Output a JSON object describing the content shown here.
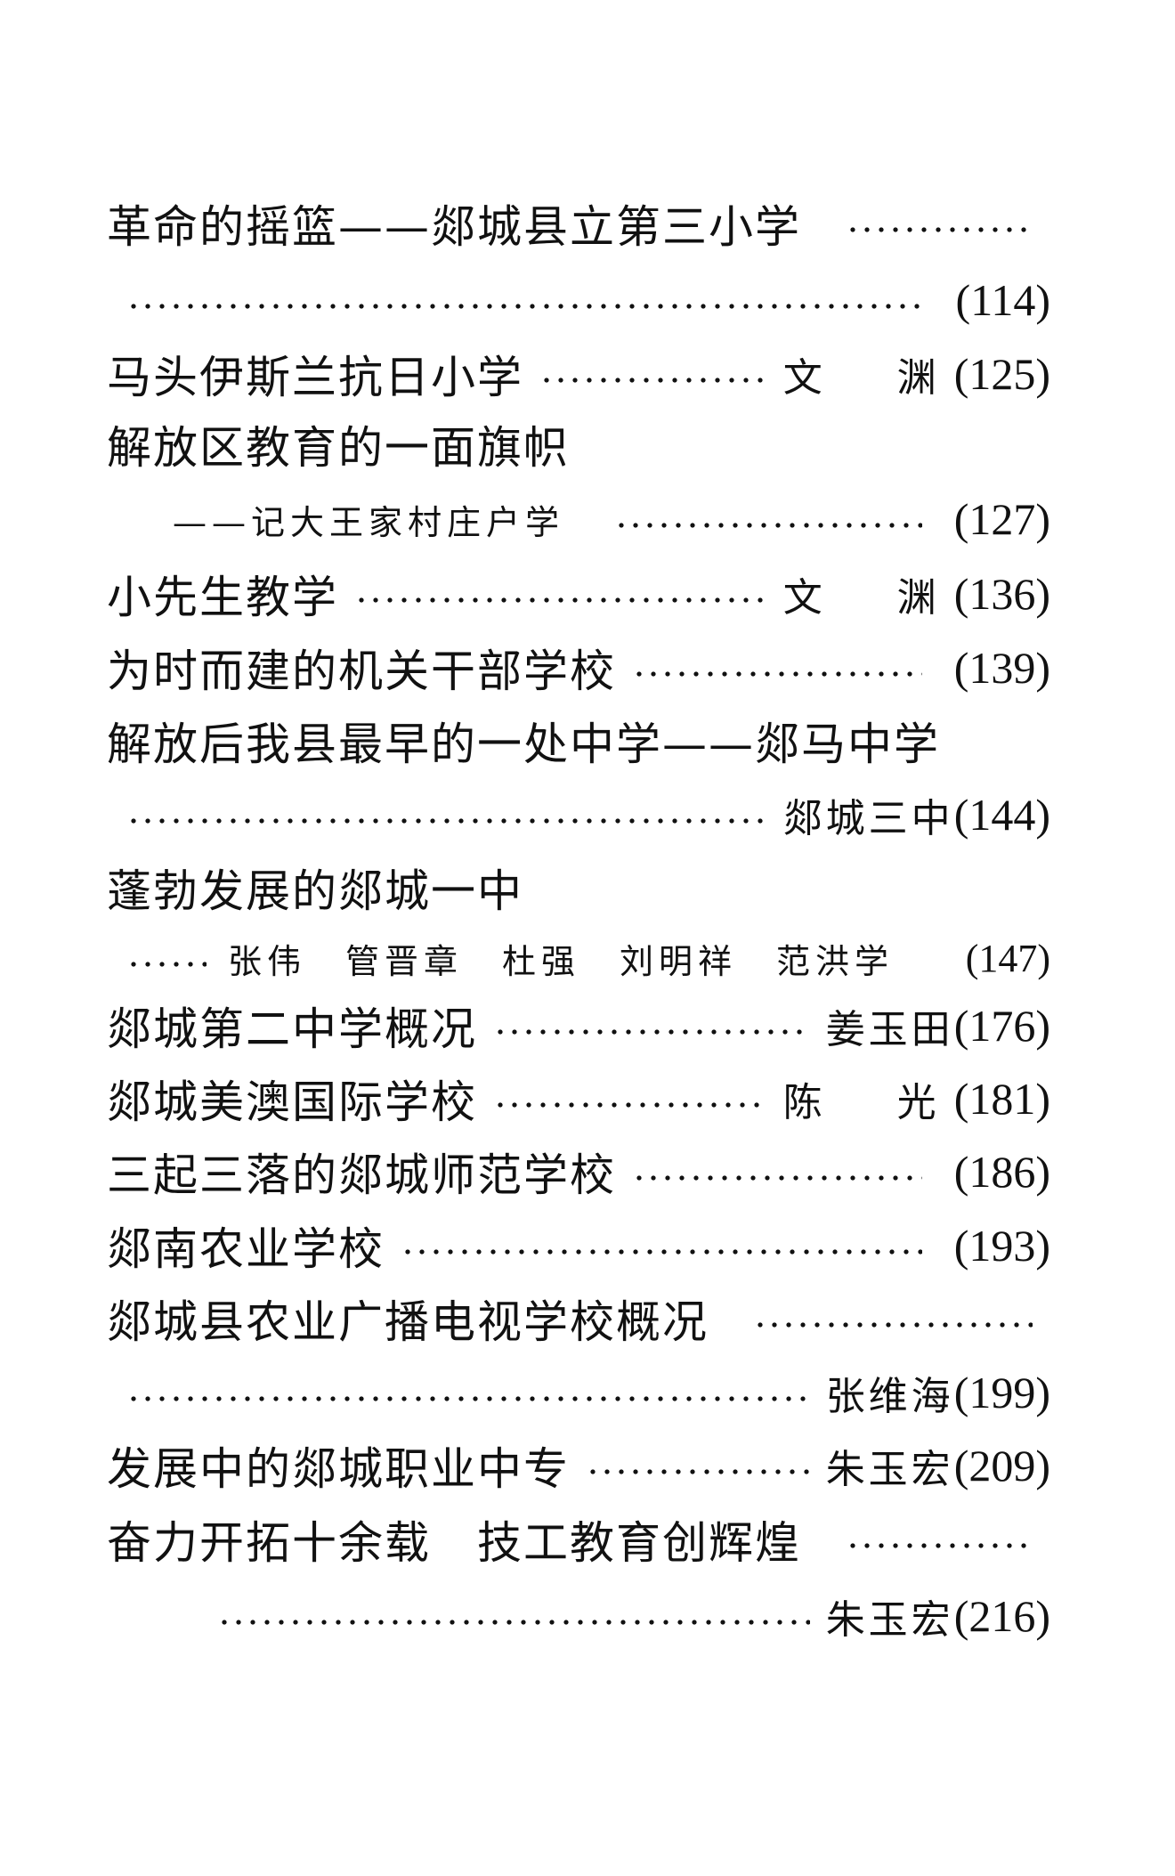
{
  "toc": [
    {
      "title": "革命的摇篮——郯城县立第三小学"
    },
    {
      "page": "(114)"
    },
    {
      "title": "马头伊斯兰抗日小学",
      "author": "文　渊",
      "page": "(125)"
    },
    {
      "title": "解放区教育的一面旗帜"
    },
    {
      "subtitle": "——记大王家村庄户学",
      "page": "(127)"
    },
    {
      "title": "小先生教学",
      "author": "文　渊",
      "page": "(136)"
    },
    {
      "title": "为时而建的机关干部学校",
      "page": "(139)"
    },
    {
      "title": "解放后我县最早的一处中学——郯马中学"
    },
    {
      "author": "郯城三中",
      "page": "(144)"
    },
    {
      "title": "蓬勃发展的郯城一中"
    },
    {
      "author": "张伟　管晋章　杜强　刘明祥　范洪学",
      "page": "(147)"
    },
    {
      "title": "郯城第二中学概况",
      "author": "姜玉田",
      "page": "(176)"
    },
    {
      "title": "郯城美澳国际学校",
      "author": "陈　光",
      "page": "(181)"
    },
    {
      "title": "三起三落的郯城师范学校",
      "page": "(186)"
    },
    {
      "title": "郯南农业学校",
      "page": "(193)"
    },
    {
      "title": "郯城县农业广播电视学校概况"
    },
    {
      "author": "张维海",
      "page": "(199)"
    },
    {
      "title": "发展中的郯城职业中专",
      "author": "朱玉宏",
      "page": "(209)"
    },
    {
      "title": "奋力开拓十余载　技工教育创辉煌"
    },
    {
      "author": "朱玉宏",
      "page": "(216)"
    }
  ]
}
